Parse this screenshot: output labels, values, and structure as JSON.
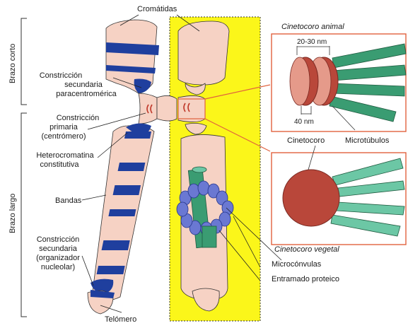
{
  "labels": {
    "cromatidas": "Cromátidas",
    "brazo_corto": "Brazo corto",
    "brazo_largo": "Brazo largo",
    "constriccion_secundaria_para": [
      "Constricción",
      "secundaria",
      "paracentromérica"
    ],
    "constriccion_primaria": [
      "Constricción",
      "primaria",
      "(centrómero)"
    ],
    "heterocromatina": [
      "Heterocromatina",
      "constitutiva"
    ],
    "bandas": "Bandas",
    "constriccion_secundaria_org": [
      "Constricción",
      "secundaria",
      "(organizador",
      "nucleolar)"
    ],
    "telomero": "Telómero",
    "cinetocoro_animal": "Cinetocoro animal",
    "nm_20_30": "20-30 nm",
    "nm_40": "40 nm",
    "cinetocoro": "Cinetocoro",
    "microtubulos": "Microtúbulos",
    "cinetocoro_vegetal": "Cinetocoro vegetal",
    "microconvulas": "Microcónvulas",
    "entramado_proteico": "Entramado proteico"
  },
  "colors": {
    "chromatid_fill": "#f6d2c4",
    "band_blue": "#1f3f9e",
    "outline_blue": "#23348a",
    "highlight_yellow": "#fbf61a",
    "inset_border": "#e0623e",
    "kinetochore_red": "#b9473a",
    "microtubule_green": "#3a9c72",
    "microtubule_light": "#6cc7a5",
    "microconvule_blue": "#6a78d2"
  }
}
